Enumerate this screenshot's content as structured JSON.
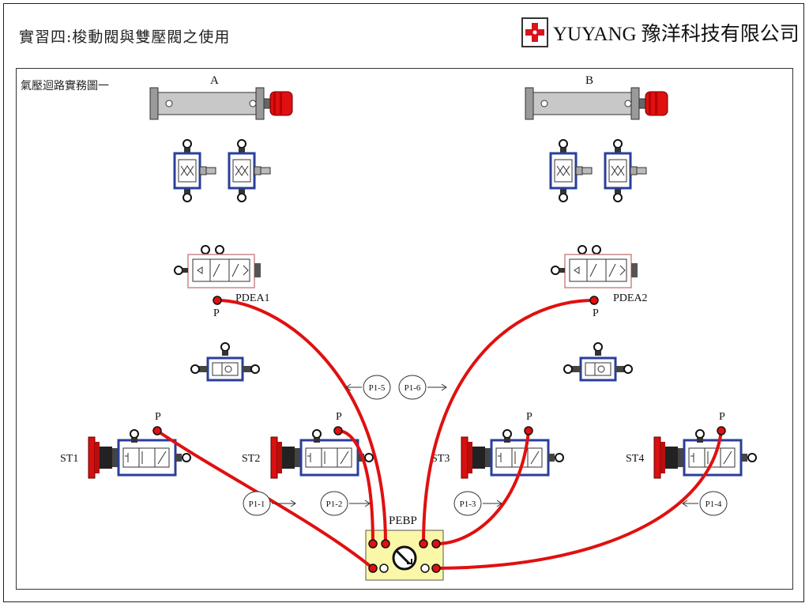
{
  "header": {
    "title": "實習四:梭動閥與雙壓閥之使用",
    "company": "YUYANG 豫洋科技有限公司",
    "logo_icon": "yuyang-cross-logo"
  },
  "diagram": {
    "title": "氣壓迴路實務圖一",
    "cylinders": [
      {
        "label": "A"
      },
      {
        "label": "B"
      }
    ],
    "valves": [
      {
        "label": "PDEA1",
        "port": "P"
      },
      {
        "label": "PDEA2",
        "port": "P"
      }
    ],
    "start_valves": [
      {
        "label": "ST1",
        "port": "P"
      },
      {
        "label": "ST2",
        "port": "P"
      },
      {
        "label": "ST3",
        "port": "P"
      },
      {
        "label": "ST4",
        "port": "P"
      }
    ],
    "manifold": {
      "label": "PEBP"
    },
    "tubes": [
      "P1-1",
      "P1-2",
      "P1-3",
      "P1-4",
      "P1-5",
      "P1-6"
    ],
    "colors": {
      "tube": "#e01010",
      "cylinder": "#c8c8c8",
      "valve_frame": "#2a3f9a",
      "manifold": "#fbf7a8",
      "logo": "#d8141c"
    }
  }
}
